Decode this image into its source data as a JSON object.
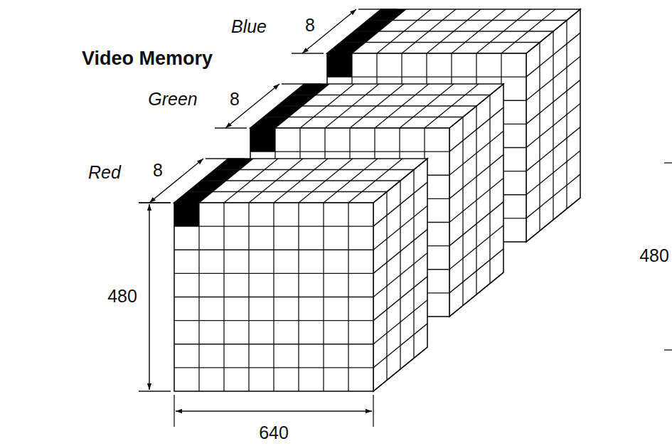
{
  "diagram": {
    "title": "Video Memory",
    "labels": [
      "Blue",
      "8",
      "Green",
      "8",
      "Red",
      "8",
      "480",
      "640",
      "480"
    ]
  }
}
